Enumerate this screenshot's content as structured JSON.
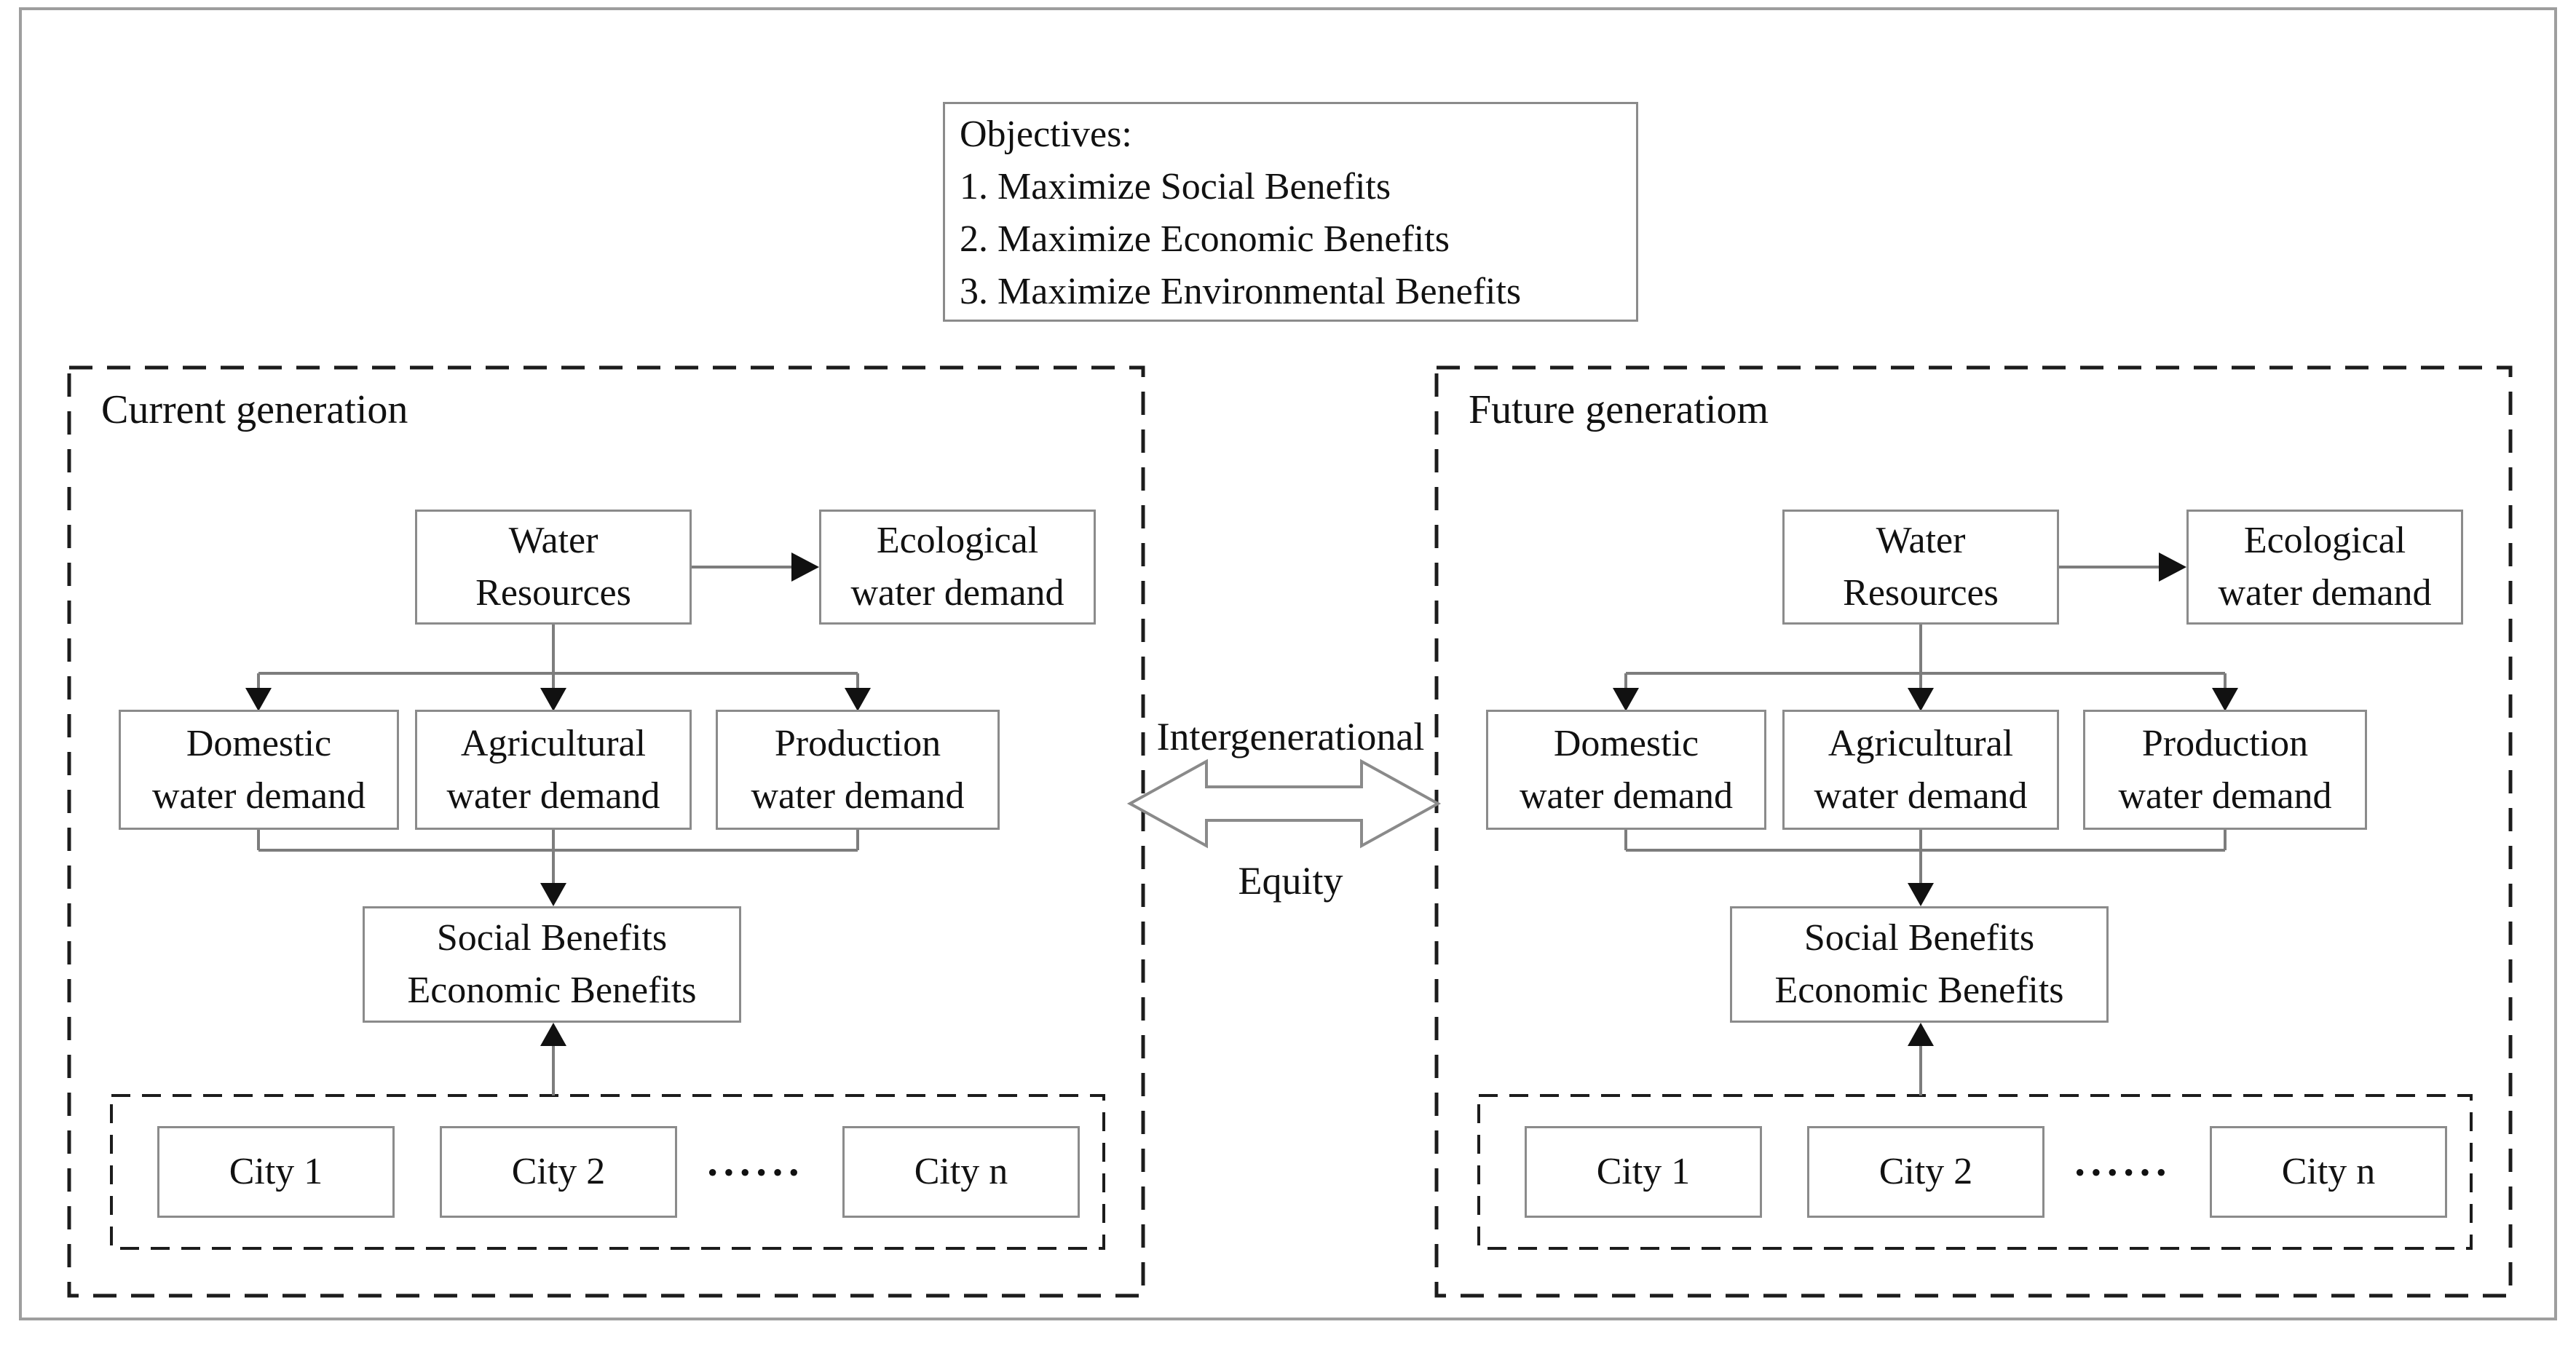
{
  "objectives": {
    "title": "Objectives:",
    "items": [
      "1. Maximize Social Benefits",
      "2. Maximize Economic Benefits",
      "3. Maximize Environmental Benefits"
    ]
  },
  "link": {
    "top": "Intergenerational",
    "bottom": "Equity"
  },
  "panels": [
    {
      "label": "Current generation",
      "water_resources": {
        "line1": "Water",
        "line2": "Resources"
      },
      "ecological": {
        "line1": "Ecological",
        "line2": "water demand"
      },
      "domestic": {
        "line1": "Domestic",
        "line2": "water demand"
      },
      "agricultural": {
        "line1": "Agricultural",
        "line2": "water demand"
      },
      "production": {
        "line1": "Production",
        "line2": "water demand"
      },
      "benefits": {
        "line1": "Social Benefits",
        "line2": "Economic Benefits"
      },
      "cities": {
        "city1": "City 1",
        "city2": "City 2",
        "ellipsis": "······",
        "cityn": "City n"
      }
    },
    {
      "label": "Future generatiom",
      "water_resources": {
        "line1": "Water",
        "line2": "Resources"
      },
      "ecological": {
        "line1": "Ecological",
        "line2": "water demand"
      },
      "domestic": {
        "line1": "Domestic",
        "line2": "water demand"
      },
      "agricultural": {
        "line1": "Agricultural",
        "line2": "water demand"
      },
      "production": {
        "line1": "Production",
        "line2": "water demand"
      },
      "benefits": {
        "line1": "Social Benefits",
        "line2": "Economic Benefits"
      },
      "cities": {
        "city1": "City 1",
        "city2": "City 2",
        "ellipsis": "······",
        "cityn": "City n"
      }
    }
  ],
  "colors": {
    "box_border": "#8b8b8b",
    "dashed_border": "#1c1c1c",
    "connector": "#7d7d7d",
    "arrowhead": "#111111",
    "frame": "#9e9e9e",
    "double_arrow_outline": "#8a8a8a"
  }
}
